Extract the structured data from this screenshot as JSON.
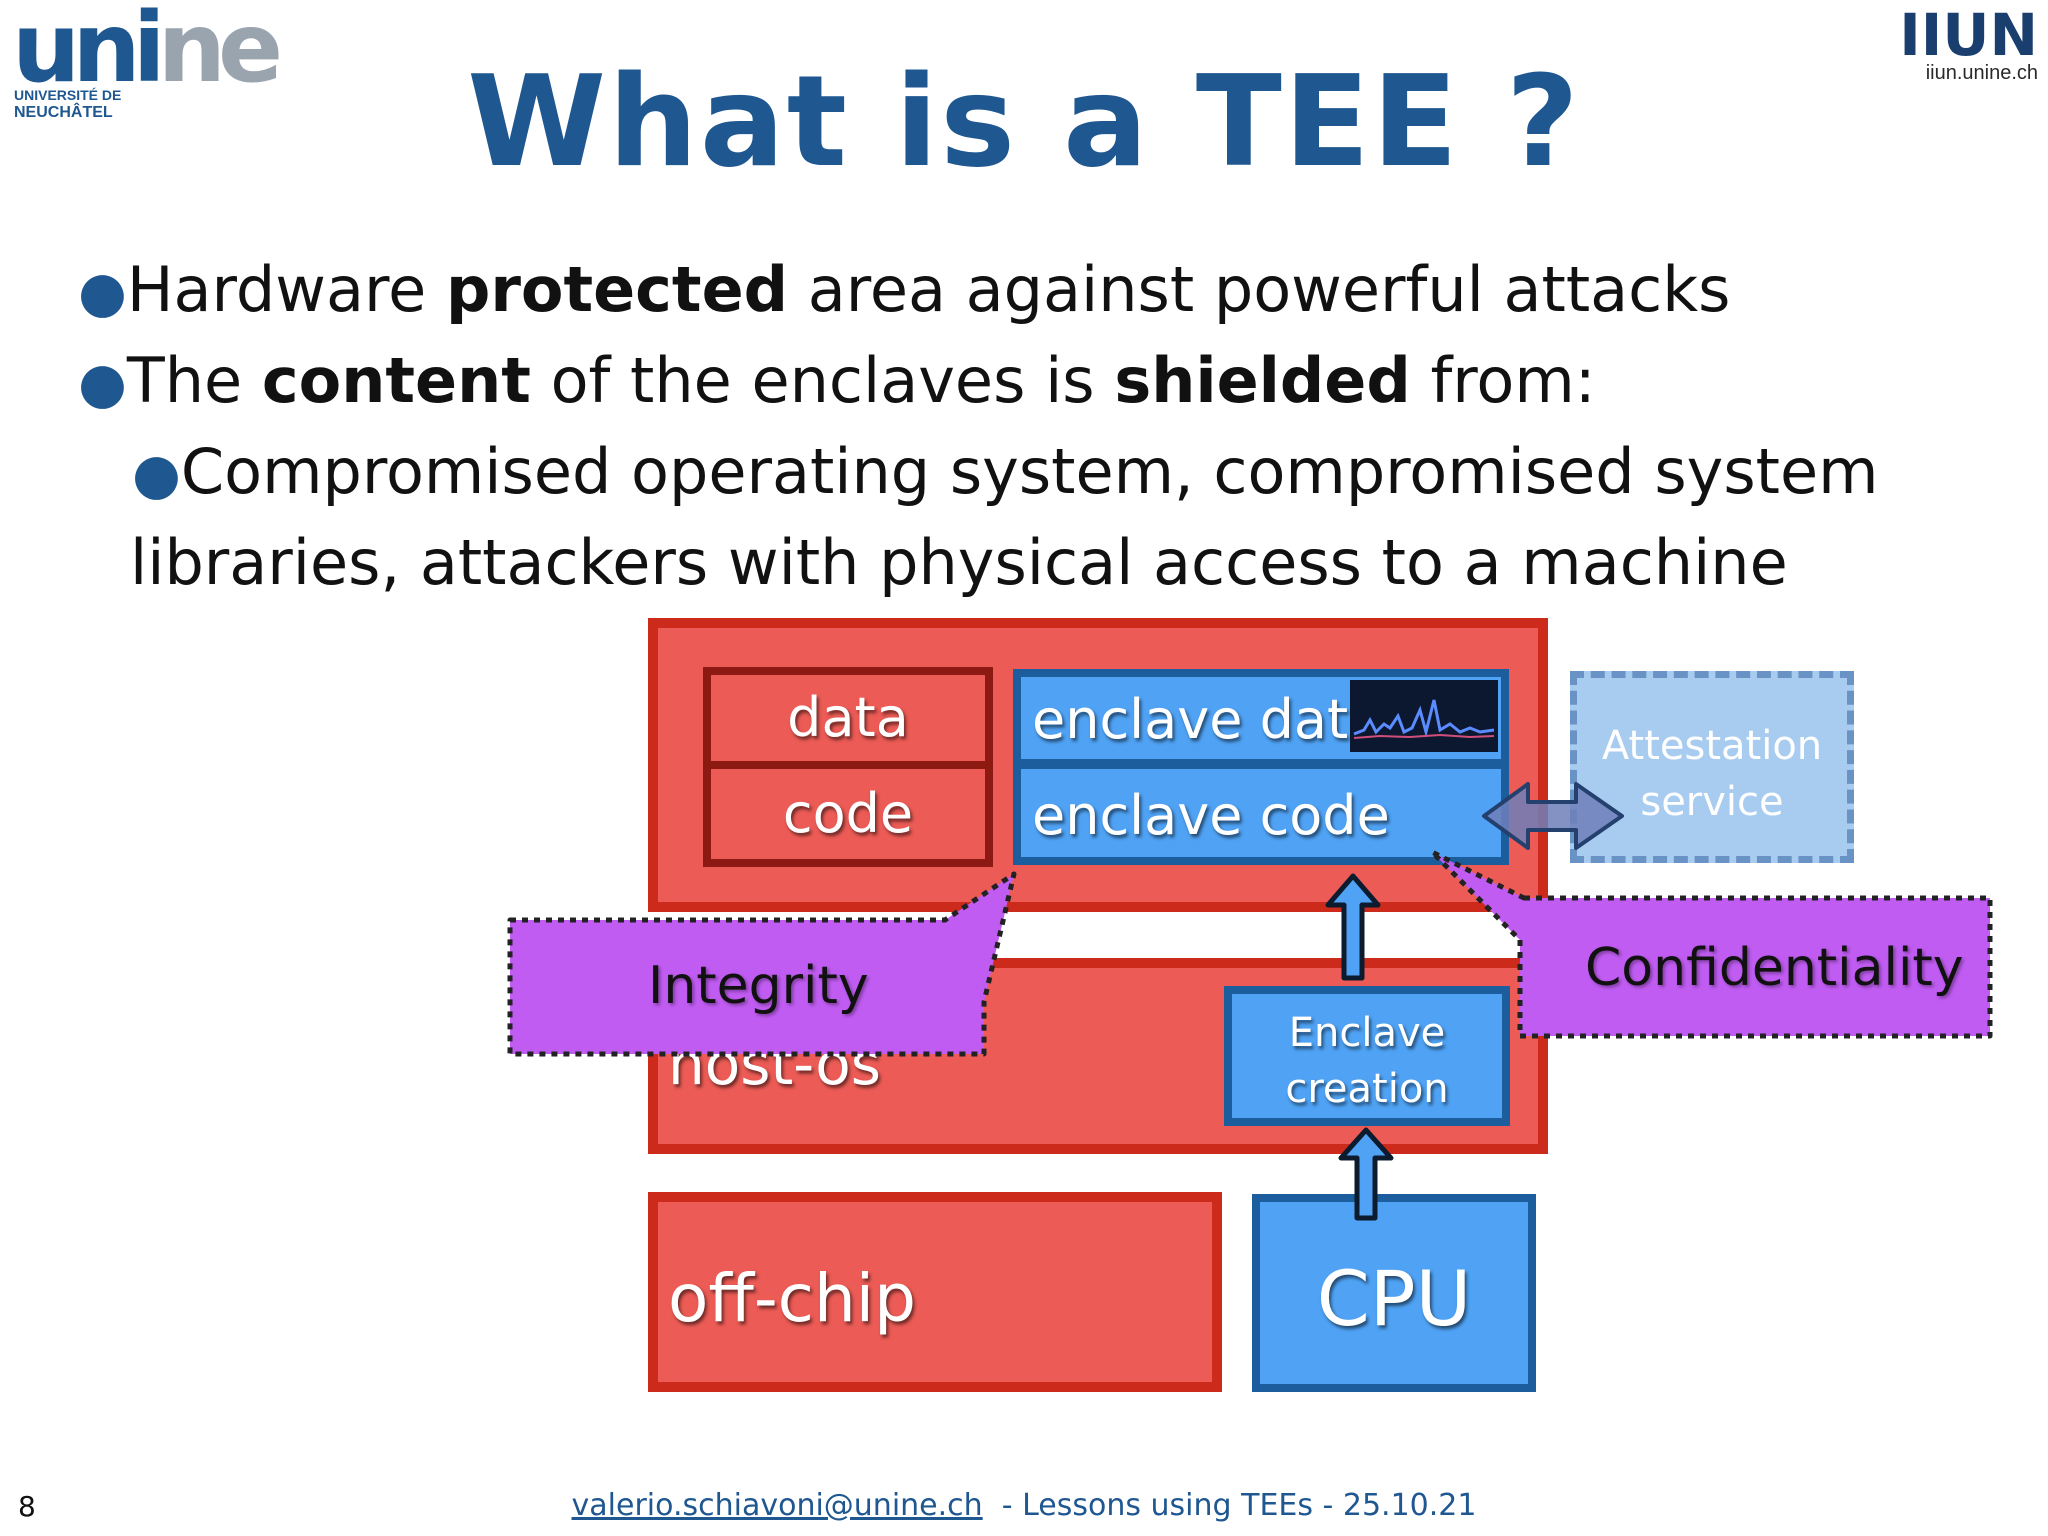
{
  "logos": {
    "unine_part1": "uni",
    "unine_part2": "ne",
    "unine_line1": "UNIVERSITÉ DE",
    "unine_line2": "NEUCHÂTEL",
    "iiun_name": "IIUN",
    "iiun_url": "iiun.unine.ch"
  },
  "title": "What is a TEE ?",
  "bullets": {
    "b1": {
      "pre": "Hardware ",
      "bold": "protected",
      "post": " area against powerful attacks"
    },
    "b2": {
      "pre": "The ",
      "bold1": "content",
      "mid": " of the enclaves is ",
      "bold2": "shielded",
      "post": " from:"
    },
    "b3": "Compromised operating system, compromised system",
    "b4": "libraries, attackers with physical access to a machine"
  },
  "diagram": {
    "data": "data",
    "code": "code",
    "enclave_data": "enclave data",
    "enclave_code": "enclave code",
    "host_os": "host-os",
    "enclave_creation_1": "Enclave",
    "enclave_creation_2": "creation",
    "off_chip": "off-chip",
    "cpu": "CPU",
    "attestation_1": "Attestation",
    "attestation_2": "service",
    "integrity": "Integrity",
    "confidentiality": "Confidentiality"
  },
  "footer": {
    "page": "8",
    "email": "valerio.schiavoni@unine.ch",
    "rest": "  - Lessons using TEEs - 25.10.21"
  },
  "colors": {
    "brand_blue": "#1f5791",
    "red_fill": "#ec5b55",
    "red_border": "#cc2a1a",
    "blue_fill": "#4fa2f4",
    "blue_border": "#1c5d9e",
    "callout_purple": "#c05cf2"
  }
}
